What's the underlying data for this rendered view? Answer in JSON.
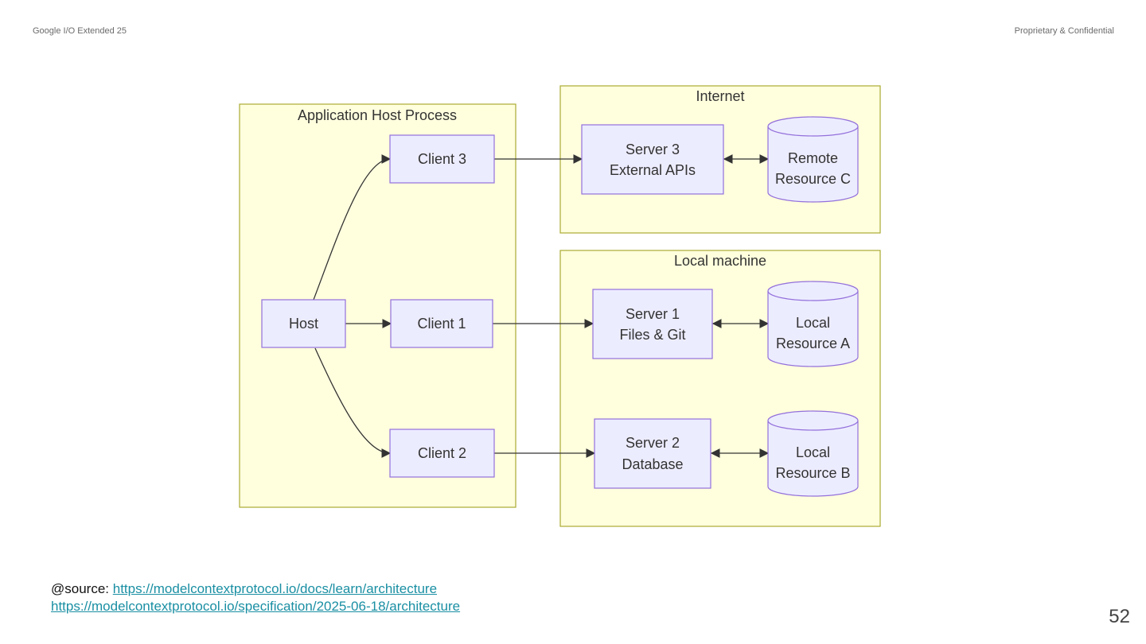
{
  "header": {
    "left": "Google I/O Extended 25",
    "right": "Proprietary & Confidential"
  },
  "diagram": {
    "groups": {
      "app_host": "Application Host Process",
      "internet": "Internet",
      "local_machine": "Local machine"
    },
    "nodes": {
      "host": [
        "Host"
      ],
      "client3": [
        "Client 3"
      ],
      "client1": [
        "Client 1"
      ],
      "client2": [
        "Client 2"
      ],
      "server3": [
        "Server 3",
        "External APIs"
      ],
      "server1": [
        "Server 1",
        "Files & Git"
      ],
      "server2": [
        "Server 2",
        "Database"
      ],
      "resource_c": [
        "Remote",
        "Resource C"
      ],
      "resource_a": [
        "Local",
        "Resource A"
      ],
      "resource_b": [
        "Local",
        "Resource B"
      ]
    },
    "colors": {
      "group_fill": "#ffffde",
      "group_stroke": "#aaaa33",
      "node_fill": "#ececff",
      "node_stroke": "#9370db",
      "edge": "#333333"
    }
  },
  "footer": {
    "source_prefix": "@source:",
    "link1": "https://modelcontextprotocol.io/docs/learn/architecture",
    "link2": "https://modelcontextprotocol.io/specification/2025-06-18/architecture",
    "page_number": "52"
  }
}
